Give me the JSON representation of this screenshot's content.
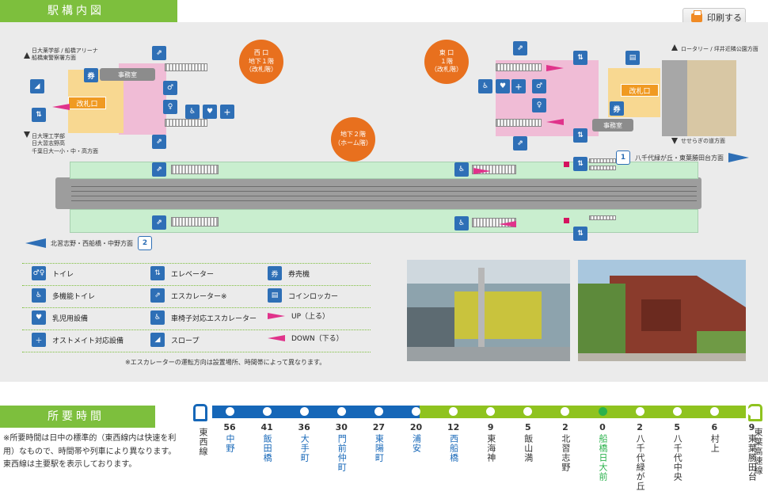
{
  "header": {
    "title": "駅構内図",
    "print_label": "印刷する"
  },
  "map": {
    "bubbles": {
      "west": "西 口\n地下１階\n（改札階）",
      "east": "東 口\n１階\n（改札階）",
      "platform": "地下２階\n（ホーム階）"
    },
    "offices": {
      "west": "事務室",
      "east": "事務室"
    },
    "gates": {
      "west": "改札口",
      "east": "改札口"
    },
    "directions": {
      "west_top": "日大薬学部 / 船橋アリーナ\n船橋東警察署方面",
      "west_bottom": "日大理工学部\n日大習志野高\n千葉日大一小・中・高方面",
      "east_top": "ロータリー / 坪井近隣公園方面",
      "east_bottom": "せせらぎの道方面"
    },
    "line_signs": {
      "line1": {
        "number": "1",
        "label": "八千代緑が丘・東葉勝田台方面"
      },
      "line2": {
        "number": "2",
        "label": "北習志野・西船橋・中野方面"
      }
    }
  },
  "legend": {
    "items": [
      {
        "icon": "toilet-icon",
        "label": "トイレ"
      },
      {
        "icon": "accessible-toilet-icon",
        "label": "多機能トイレ"
      },
      {
        "icon": "baby-care-icon",
        "label": "乳児用設備"
      },
      {
        "icon": "ostomate-icon",
        "label": "オストメイト対応設備"
      },
      {
        "icon": "elevator-icon",
        "label": "エレベーター"
      },
      {
        "icon": "escalator-icon",
        "label": "エスカレーター※"
      },
      {
        "icon": "wheelchair-escalator-icon",
        "label": "車椅子対応エスカレーター"
      },
      {
        "icon": "slope-icon",
        "label": "スロープ"
      },
      {
        "icon": "ticket-machine-icon",
        "label": "券売機"
      },
      {
        "icon": "coin-locker-icon",
        "label": "コインロッカー"
      },
      {
        "icon": "arrow-up-icon",
        "label": "UP（上る）"
      },
      {
        "icon": "arrow-down-icon",
        "label": "DOWN（下る）"
      }
    ],
    "note": "※エスカレーターの運転方向は設置場所、時間帯によって異なります。"
  },
  "travel_time": {
    "title": "所要時間",
    "note": "※所要時間は日中の標準的（東西線内は快速を利用）なもので、時間帯や列車により異なります。東西線は主要駅を表示しております。",
    "left_line": "東西線",
    "right_line": "東葉高速線",
    "stations": [
      {
        "minutes": "56",
        "name": "中野",
        "line": "blue"
      },
      {
        "minutes": "41",
        "name": "飯田橋",
        "line": "blue"
      },
      {
        "minutes": "36",
        "name": "大手町",
        "line": "blue"
      },
      {
        "minutes": "30",
        "name": "門前仲町",
        "line": "blue"
      },
      {
        "minutes": "27",
        "name": "東陽町",
        "line": "blue"
      },
      {
        "minutes": "20",
        "name": "浦安",
        "line": "blue"
      },
      {
        "minutes": "12",
        "name": "西船橋",
        "line": "blue"
      },
      {
        "minutes": "9",
        "name": "東海神",
        "line": "green"
      },
      {
        "minutes": "5",
        "name": "飯山満",
        "line": "green"
      },
      {
        "minutes": "2",
        "name": "北習志野",
        "line": "green"
      },
      {
        "minutes": "0",
        "name": "船橋日大前",
        "line": "current"
      },
      {
        "minutes": "2",
        "name": "八千代緑が丘",
        "line": "green"
      },
      {
        "minutes": "5",
        "name": "八千代中央",
        "line": "green"
      },
      {
        "minutes": "6",
        "name": "村上",
        "line": "green"
      },
      {
        "minutes": "9",
        "name": "東葉勝田台",
        "line": "green"
      }
    ]
  },
  "colors": {
    "accent": "#7dbf3d",
    "tozai_blue": "#1667b8",
    "toyo_green": "#8fc31f",
    "facility_blue": "#2e6fb6"
  }
}
